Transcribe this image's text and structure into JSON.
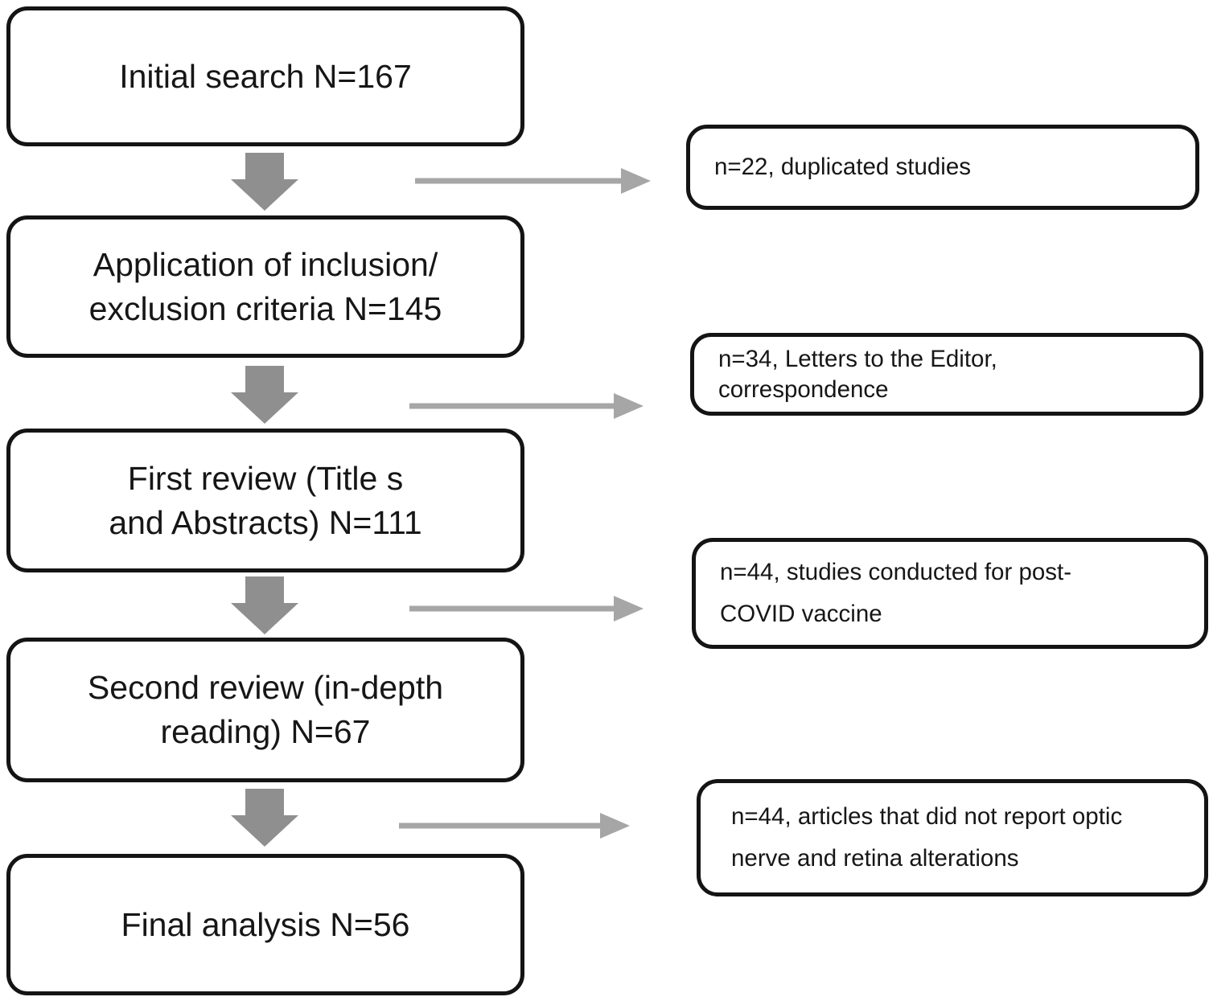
{
  "colors": {
    "background": "#ffffff",
    "box_border": "#141414",
    "box_fill": "#ffffff",
    "text": "#161616",
    "block_arrow": "#8f8f8f",
    "line_arrow": "#a6a6a6"
  },
  "flow": {
    "main_boxes": [
      {
        "name": "initial-search",
        "lines": [
          "Initial search N=167"
        ]
      },
      {
        "name": "inclusion-exclusion",
        "lines": [
          "Application of inclusion/",
          "exclusion criteria N=145"
        ]
      },
      {
        "name": "first-review",
        "lines": [
          "First review (Title s",
          "and Abstracts) N=111"
        ]
      },
      {
        "name": "second-review",
        "lines": [
          "Second review (in-depth",
          "reading) N=67"
        ]
      },
      {
        "name": "final-analysis",
        "lines": [
          "Final analysis N=56"
        ]
      }
    ],
    "side_boxes": [
      {
        "name": "excluded-duplicates",
        "lines": [
          "n=22, duplicated studies"
        ]
      },
      {
        "name": "excluded-letters",
        "lines": [
          "n=34, Letters to the Editor,",
          "correspondence"
        ]
      },
      {
        "name": "excluded-post-covid-vaccine",
        "lines": [
          "n=44, studies conducted for post-",
          "COVID vaccine"
        ]
      },
      {
        "name": "excluded-no-optic-retina",
        "lines": [
          "n=44, articles that did not report optic",
          "nerve and retina alterations"
        ]
      }
    ]
  }
}
